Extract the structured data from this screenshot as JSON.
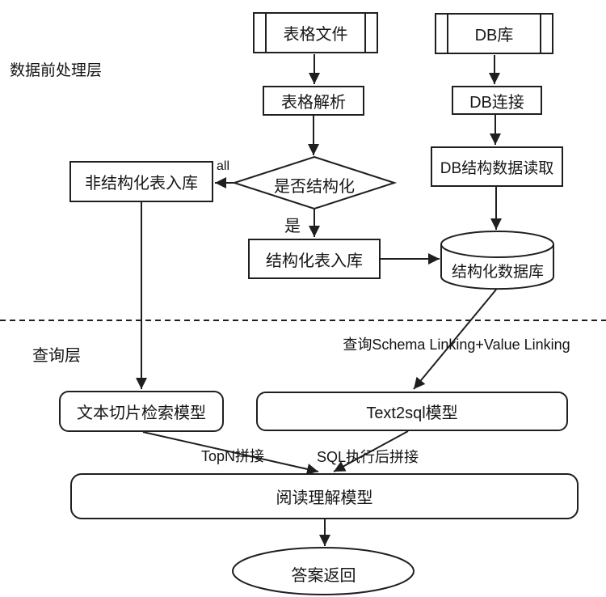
{
  "canvas": {
    "background": "#ffffff",
    "stroke_color": "#1f1f1f",
    "text_color": "#141414"
  },
  "sections": {
    "preprocessing": "数据前处理层",
    "query": "查询层"
  },
  "nodes": {
    "table_file": "表格文件",
    "db_store": "DB库",
    "table_parse": "表格解析",
    "db_connect": "DB连接",
    "unstructured_table_store": "非结构化表入库",
    "is_structured": "是否结构化",
    "structured_table_store": "结构化表入库",
    "db_schema_read": "DB结构数据读取",
    "structured_database": "结构化数据库",
    "text_chunk_retrieval": "文本切片检索模型",
    "text2sql_model": "Text2sql模型",
    "reading_comprehension": "阅读理解模型",
    "answer_return": "答案返回"
  },
  "edge_labels": {
    "all": "all",
    "yes": "是",
    "schema_linking": "查询Schema Linking+Value Linking",
    "topn_concat": "TopN拼接",
    "sql_exec_concat": "SQL执行后拼接"
  }
}
